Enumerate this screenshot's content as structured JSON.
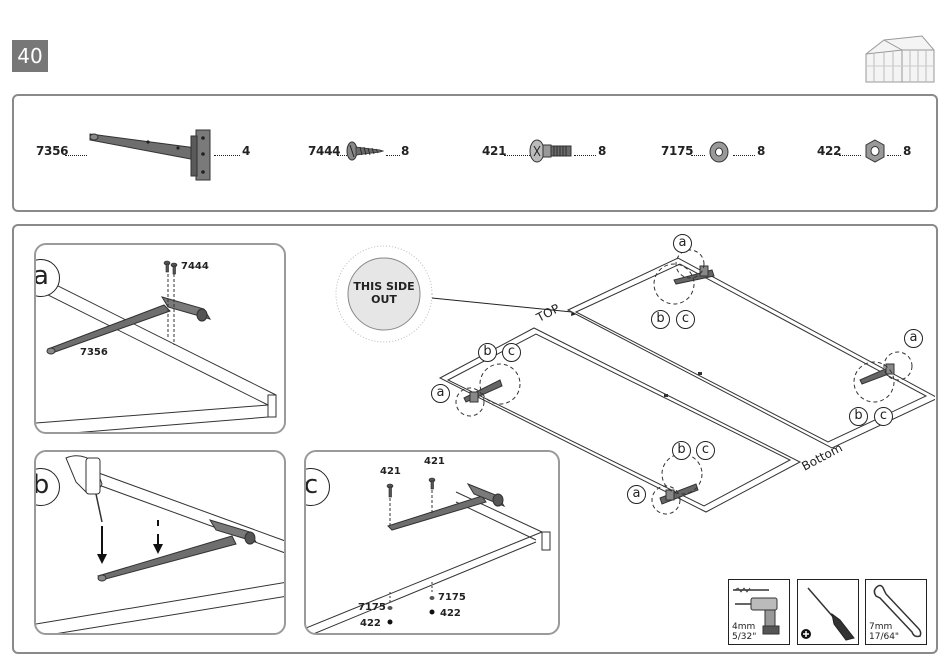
{
  "page": {
    "number": "40"
  },
  "parts": [
    {
      "code": "7356",
      "qty": "4",
      "icon": "t-hinge-icon"
    },
    {
      "code": "7444",
      "qty": "8",
      "icon": "wood-screw-icon"
    },
    {
      "code": "421",
      "qty": "8",
      "icon": "bolt-icon"
    },
    {
      "code": "7175",
      "qty": "8",
      "icon": "washer-icon"
    },
    {
      "code": "422",
      "qty": "8",
      "icon": "nut-icon"
    }
  ],
  "steps": {
    "a": {
      "label": "a",
      "screw_code": "7444",
      "hinge_code": "7356"
    },
    "b": {
      "label": "b"
    },
    "c": {
      "label": "c",
      "bolt_left": "421",
      "bolt_right": "421",
      "washer_left": "7175",
      "nut_left": "422",
      "washer_right": "7175",
      "nut_right": "422"
    }
  },
  "overview": {
    "badge_line1": "THIS SIDE",
    "badge_line2": "OUT",
    "top_label": "TOP",
    "bottom_label": "Bottom",
    "callouts": {
      "a": "a",
      "b": "b",
      "c": "c"
    }
  },
  "tools": [
    {
      "icon": "drill-icon",
      "line1": "4mm",
      "line2": "5/32\""
    },
    {
      "icon": "screwdriver-icon",
      "line1": "",
      "line2": ""
    },
    {
      "icon": "wrench-icon",
      "line1": "7mm",
      "line2": "17/64\""
    }
  ]
}
